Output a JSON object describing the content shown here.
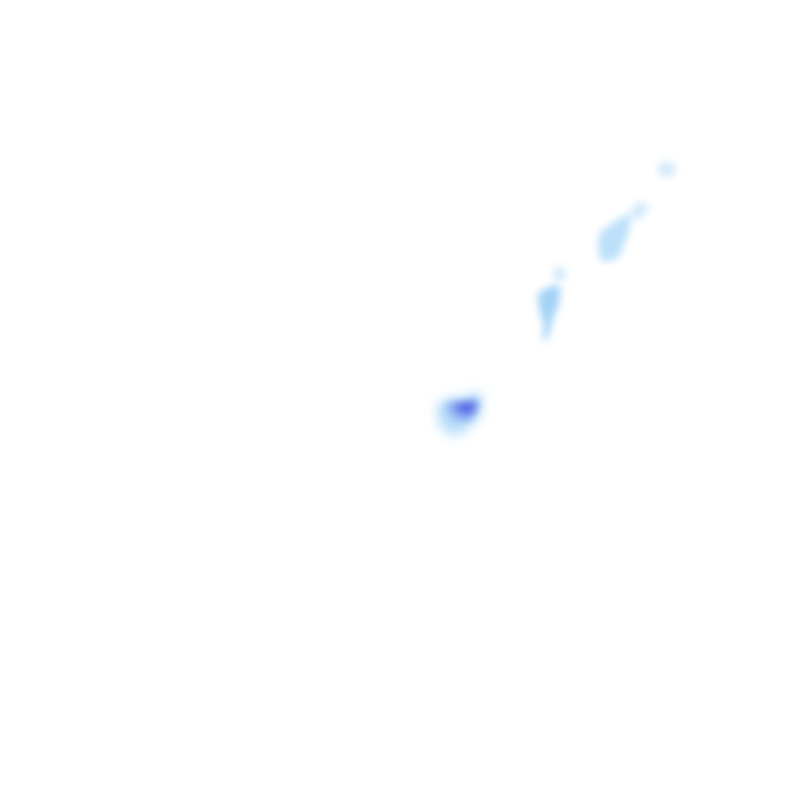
{
  "map": {
    "type": "precipitation-radar-overlay",
    "background_color": "#ffffff",
    "intensity_colors": {
      "light": "#cfe9fb",
      "moderate": "#9fd0f6",
      "strong": "#6aa8f0",
      "heavy": "#5a55e0"
    },
    "cells": [
      {
        "id": "cell-1",
        "intensity": "light"
      },
      {
        "id": "cell-2",
        "intensity": "light"
      },
      {
        "id": "cell-3",
        "intensity": "moderate"
      },
      {
        "id": "cell-4",
        "intensity": "moderate"
      },
      {
        "id": "cell-5",
        "intensity": "heavy"
      }
    ]
  }
}
